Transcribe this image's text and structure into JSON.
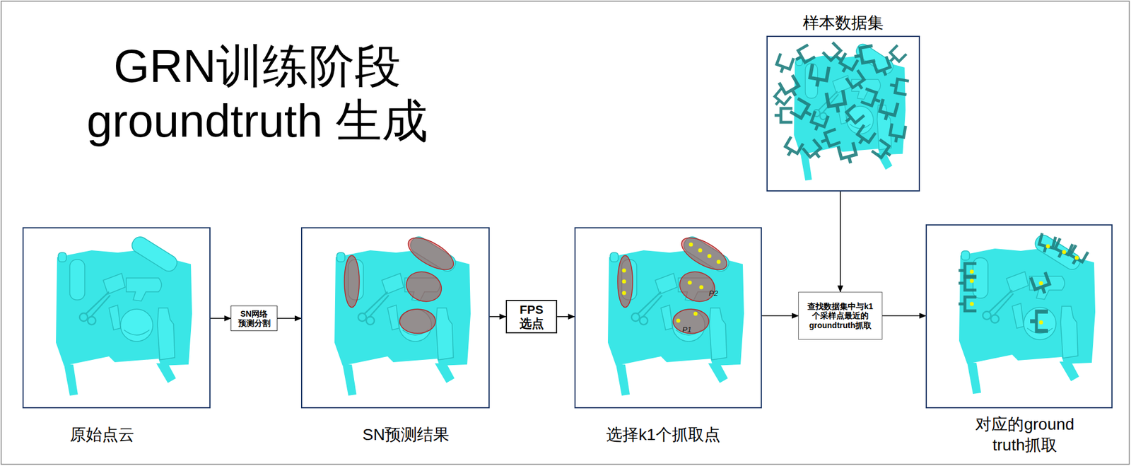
{
  "diagram": {
    "title": "GRN训练阶段 groundtruth 生成",
    "nodes": [
      {
        "text": [
          "原始点云"
        ]
      },
      {
        "text": [
          "SN网络 预测分割"
        ]
      },
      {
        "text": [
          "SN预测结果"
        ]
      },
      {
        "text": [
          "FPS 选点"
        ]
      },
      {
        "text": [
          "选择k1个抓取点"
        ]
      },
      {
        "text": [
          "样本数据集"
        ]
      },
      {
        "text": [
          "查找数据集中与k1 个采样点最近的 groundtruth抓取"
        ]
      },
      {
        "text": [
          "对应的ground truth抓取"
        ]
      }
    ],
    "edges": [
      {
        "from": 0,
        "to": 1,
        "arrow": "to"
      },
      {
        "from": 1,
        "to": 2,
        "arrow": "to"
      },
      {
        "from": 2,
        "to": 3,
        "arrow": "to"
      },
      {
        "from": 3,
        "to": 4,
        "arrow": "to"
      },
      {
        "from": 4,
        "to": 6,
        "arrow": "to"
      },
      {
        "from": 5,
        "to": 6,
        "arrow": "to"
      },
      {
        "from": 6,
        "to": 7,
        "arrow": "to"
      }
    ],
    "labels": [
      "P2",
      "P1"
    ]
  }
}
